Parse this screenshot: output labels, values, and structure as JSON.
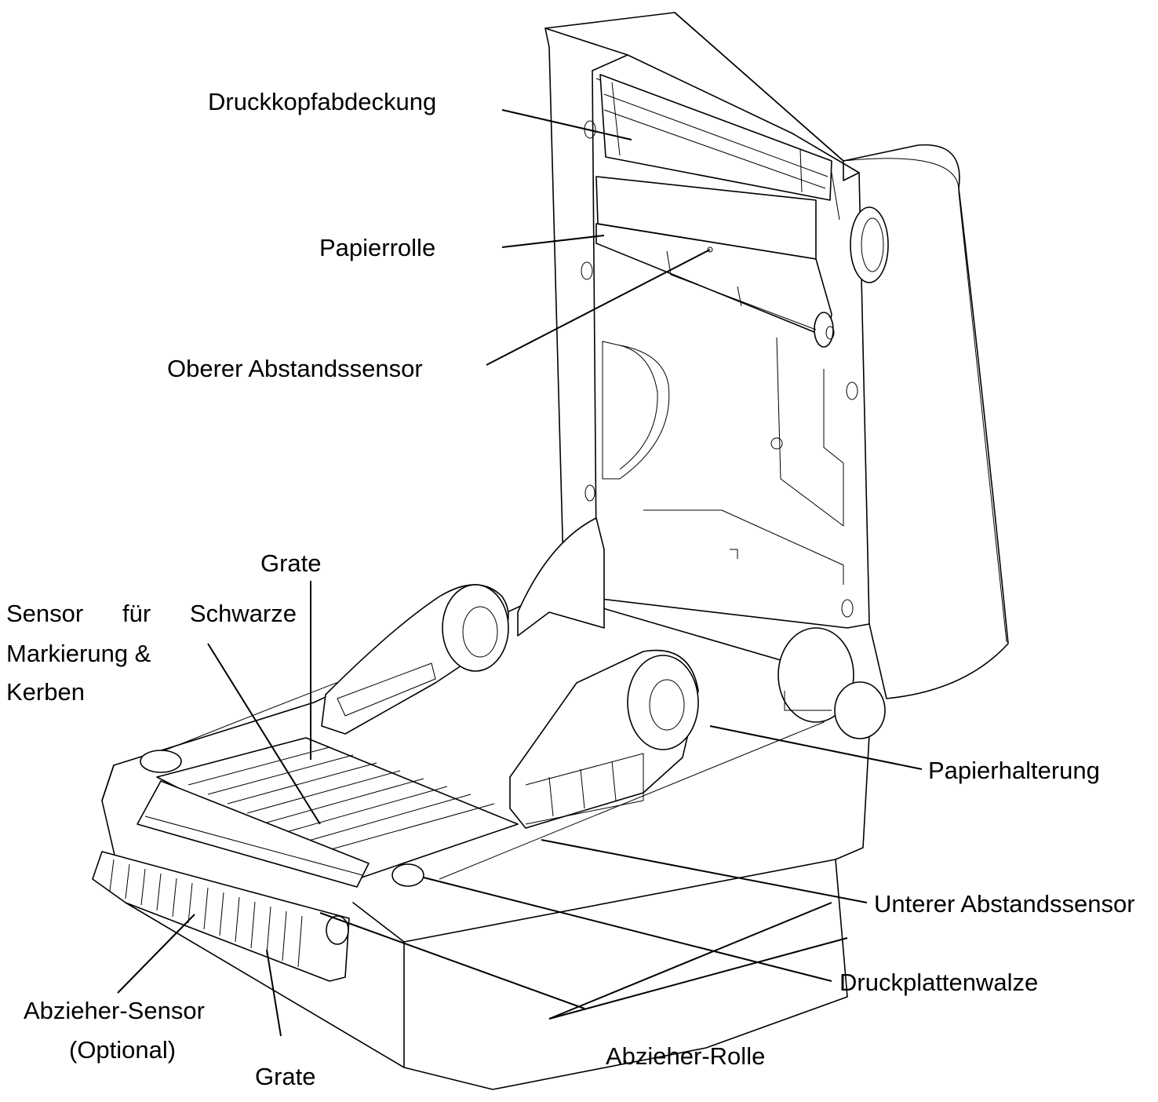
{
  "diagram": {
    "labels": {
      "printhead_cover": "Druckkopfabdeckung",
      "paper_roll": "Papierrolle",
      "upper_gap_sensor": "Oberer Abstandssensor",
      "ridge_top": "Grate",
      "black_mark_sensor_line1": [
        "Sensor",
        "für",
        "Schwarze"
      ],
      "black_mark_sensor_line2": "Markierung &",
      "black_mark_sensor_line3": "Kerben",
      "paper_holder": "Papierhalterung",
      "lower_gap_sensor": "Unterer Abstandssensor",
      "platen_roller": "Druckplattenwalze",
      "peeler_sensor_line1": "Abzieher-Sensor",
      "peeler_sensor_line2": "(Optional)",
      "ridge_bottom": "Grate",
      "peeler_roller": "Abzieher-Rolle"
    }
  }
}
